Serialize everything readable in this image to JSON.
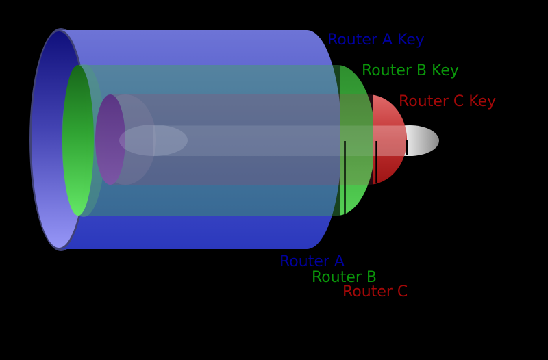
{
  "diagram": {
    "type": "onion-routing-encryption-layers",
    "labels": {
      "router_a_key": "Router A Key",
      "router_b_key": "Router B Key",
      "router_c_key": "Router C Key",
      "router_a": "Router A",
      "router_b": "Router B",
      "router_c": "Router C"
    },
    "colors": {
      "background": "#000000",
      "router_a_label": "#0000a0",
      "router_b_label": "#0a960a",
      "router_c_label": "#a30808",
      "router_a_layer_blue": "#3a46c4",
      "router_b_layer_green": "#3fae4f",
      "router_c_layer_red": "#c03030",
      "payload_gray": "#e9e9e9",
      "cut_line": "#000000"
    }
  }
}
